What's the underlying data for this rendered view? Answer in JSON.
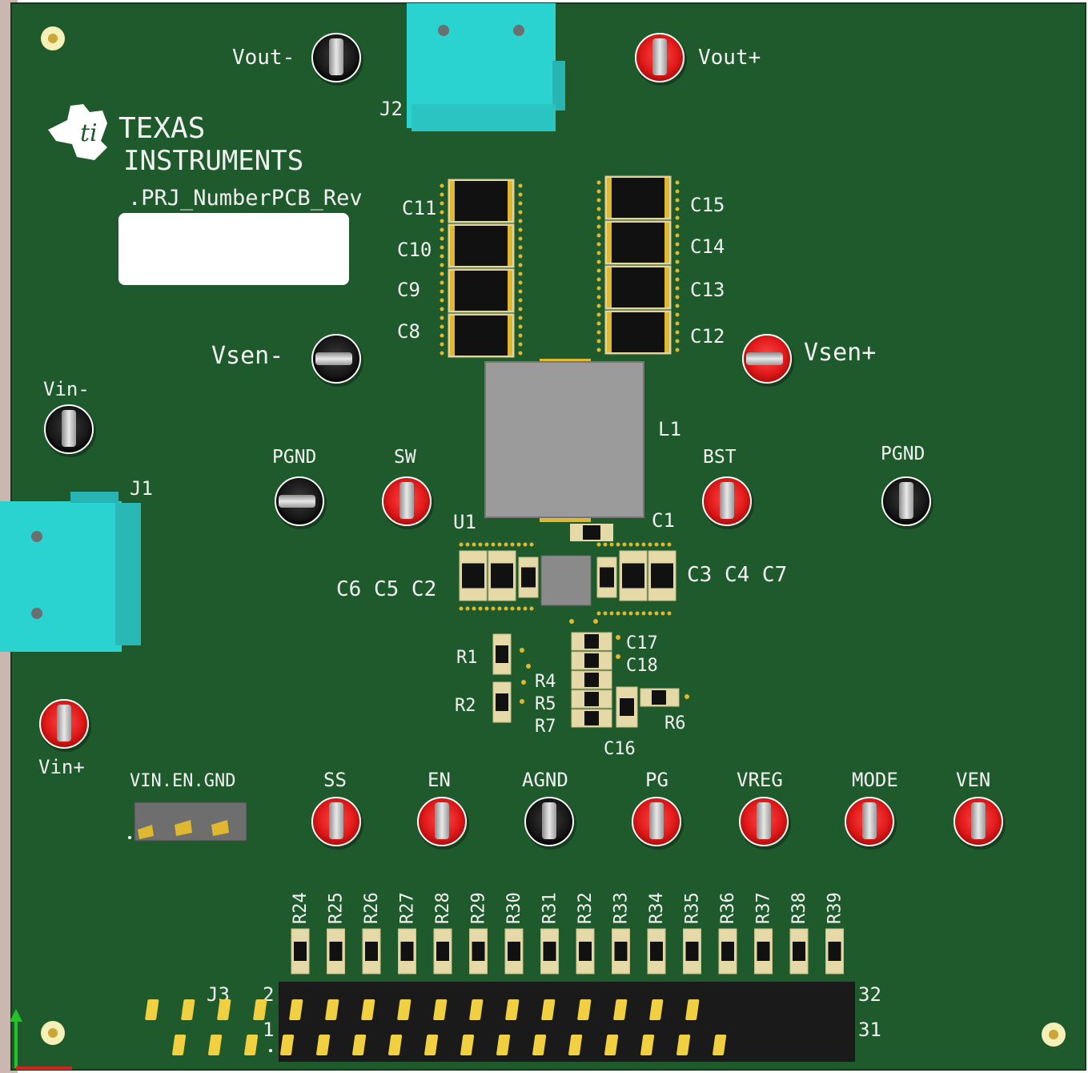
{
  "board": {
    "pcb_color": "#1f5a2c",
    "silk_color": "#f2f2f2",
    "red_testpoint_color": "#e01818",
    "black_testpoint_color": "#1a1a1a",
    "connector_color": "#2bd3d0",
    "pad_color": "#e0b830",
    "logo_brand_top": "TEXAS",
    "logo_brand_bottom": "INSTRUMENTS",
    "project_text": ".PRJ_NumberPCB_Rev"
  },
  "test_points": {
    "vout_minus": "Vout-",
    "vout_plus": "Vout+",
    "vsen_minus": "Vsen-",
    "vsen_plus": "Vsen+",
    "vin_minus": "Vin-",
    "vin_plus": "Vin+",
    "pgnd_left": "PGND",
    "sw": "SW",
    "bst": "BST",
    "pgnd_right": "PGND",
    "ss": "SS",
    "en": "EN",
    "agnd": "AGND",
    "pg": "PG",
    "vreg": "VREG",
    "mode": "MODE",
    "ven": "VEN"
  },
  "components": {
    "j1": "J1",
    "j2": "J2",
    "j3": "J3",
    "l1": "L1",
    "u1": "U1",
    "c1": "C1",
    "c11": "C11",
    "c10": "C10",
    "c9": "C9",
    "c8": "C8",
    "c15": "C15",
    "c14": "C14",
    "c13": "C13",
    "c12": "C12",
    "c6_c5_c2": "C6 C5 C2",
    "c3_c4_c7": "C3 C4 C7",
    "r1": "R1",
    "r2": "R2",
    "r4": "R4",
    "r5": "R5",
    "r7": "R7",
    "r6": "R6",
    "c17": "C17",
    "c18": "C18",
    "c16": "C16",
    "header_label": "VIN.EN.GND",
    "j3_pin2": "2",
    "j3_pin1": "1",
    "j3_pin32": "32",
    "j3_pin31": "31"
  },
  "resistor_array": [
    "R24",
    "R25",
    "R26",
    "R27",
    "R28",
    "R29",
    "R30",
    "R31",
    "R32",
    "R33",
    "R34",
    "R35",
    "R36",
    "R37",
    "R38",
    "R39"
  ]
}
